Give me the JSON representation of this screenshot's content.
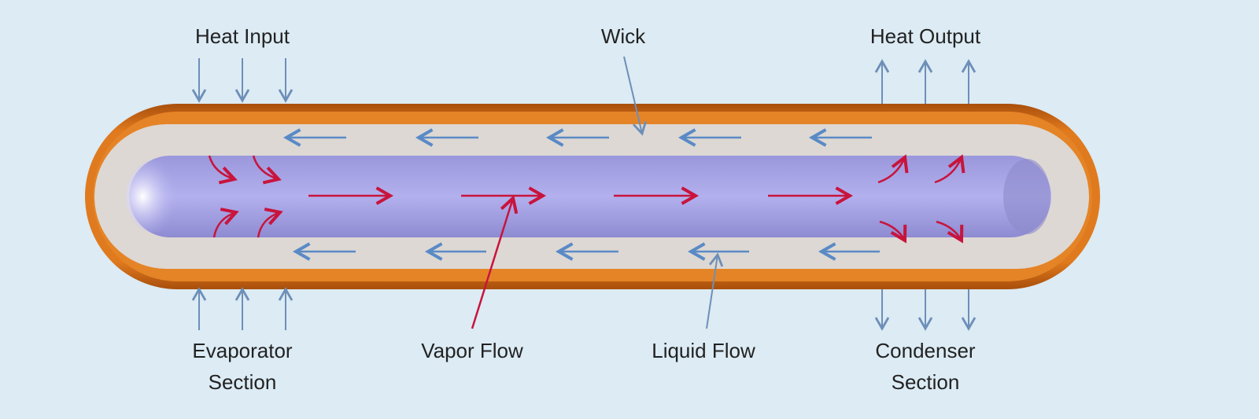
{
  "title": "Heat Pipe Diagram",
  "labels": {
    "heat_input": "Heat Input",
    "wick": "Wick",
    "heat_output": "Heat Output",
    "evaporator_line1": "Evaporator",
    "evaporator_line2": "Section",
    "vapor_flow": "Vapor Flow",
    "liquid_flow": "Liquid Flow",
    "condenser_line1": "Condenser",
    "condenser_line2": "Section"
  },
  "colors": {
    "background": "#dcebf4",
    "shell": "#d8731c",
    "wick": "#ddd8d4",
    "vapor_core": "#a9a6e8",
    "vapor_arrow": "#c8143c",
    "liquid_arrow": "#5a8ac6"
  }
}
